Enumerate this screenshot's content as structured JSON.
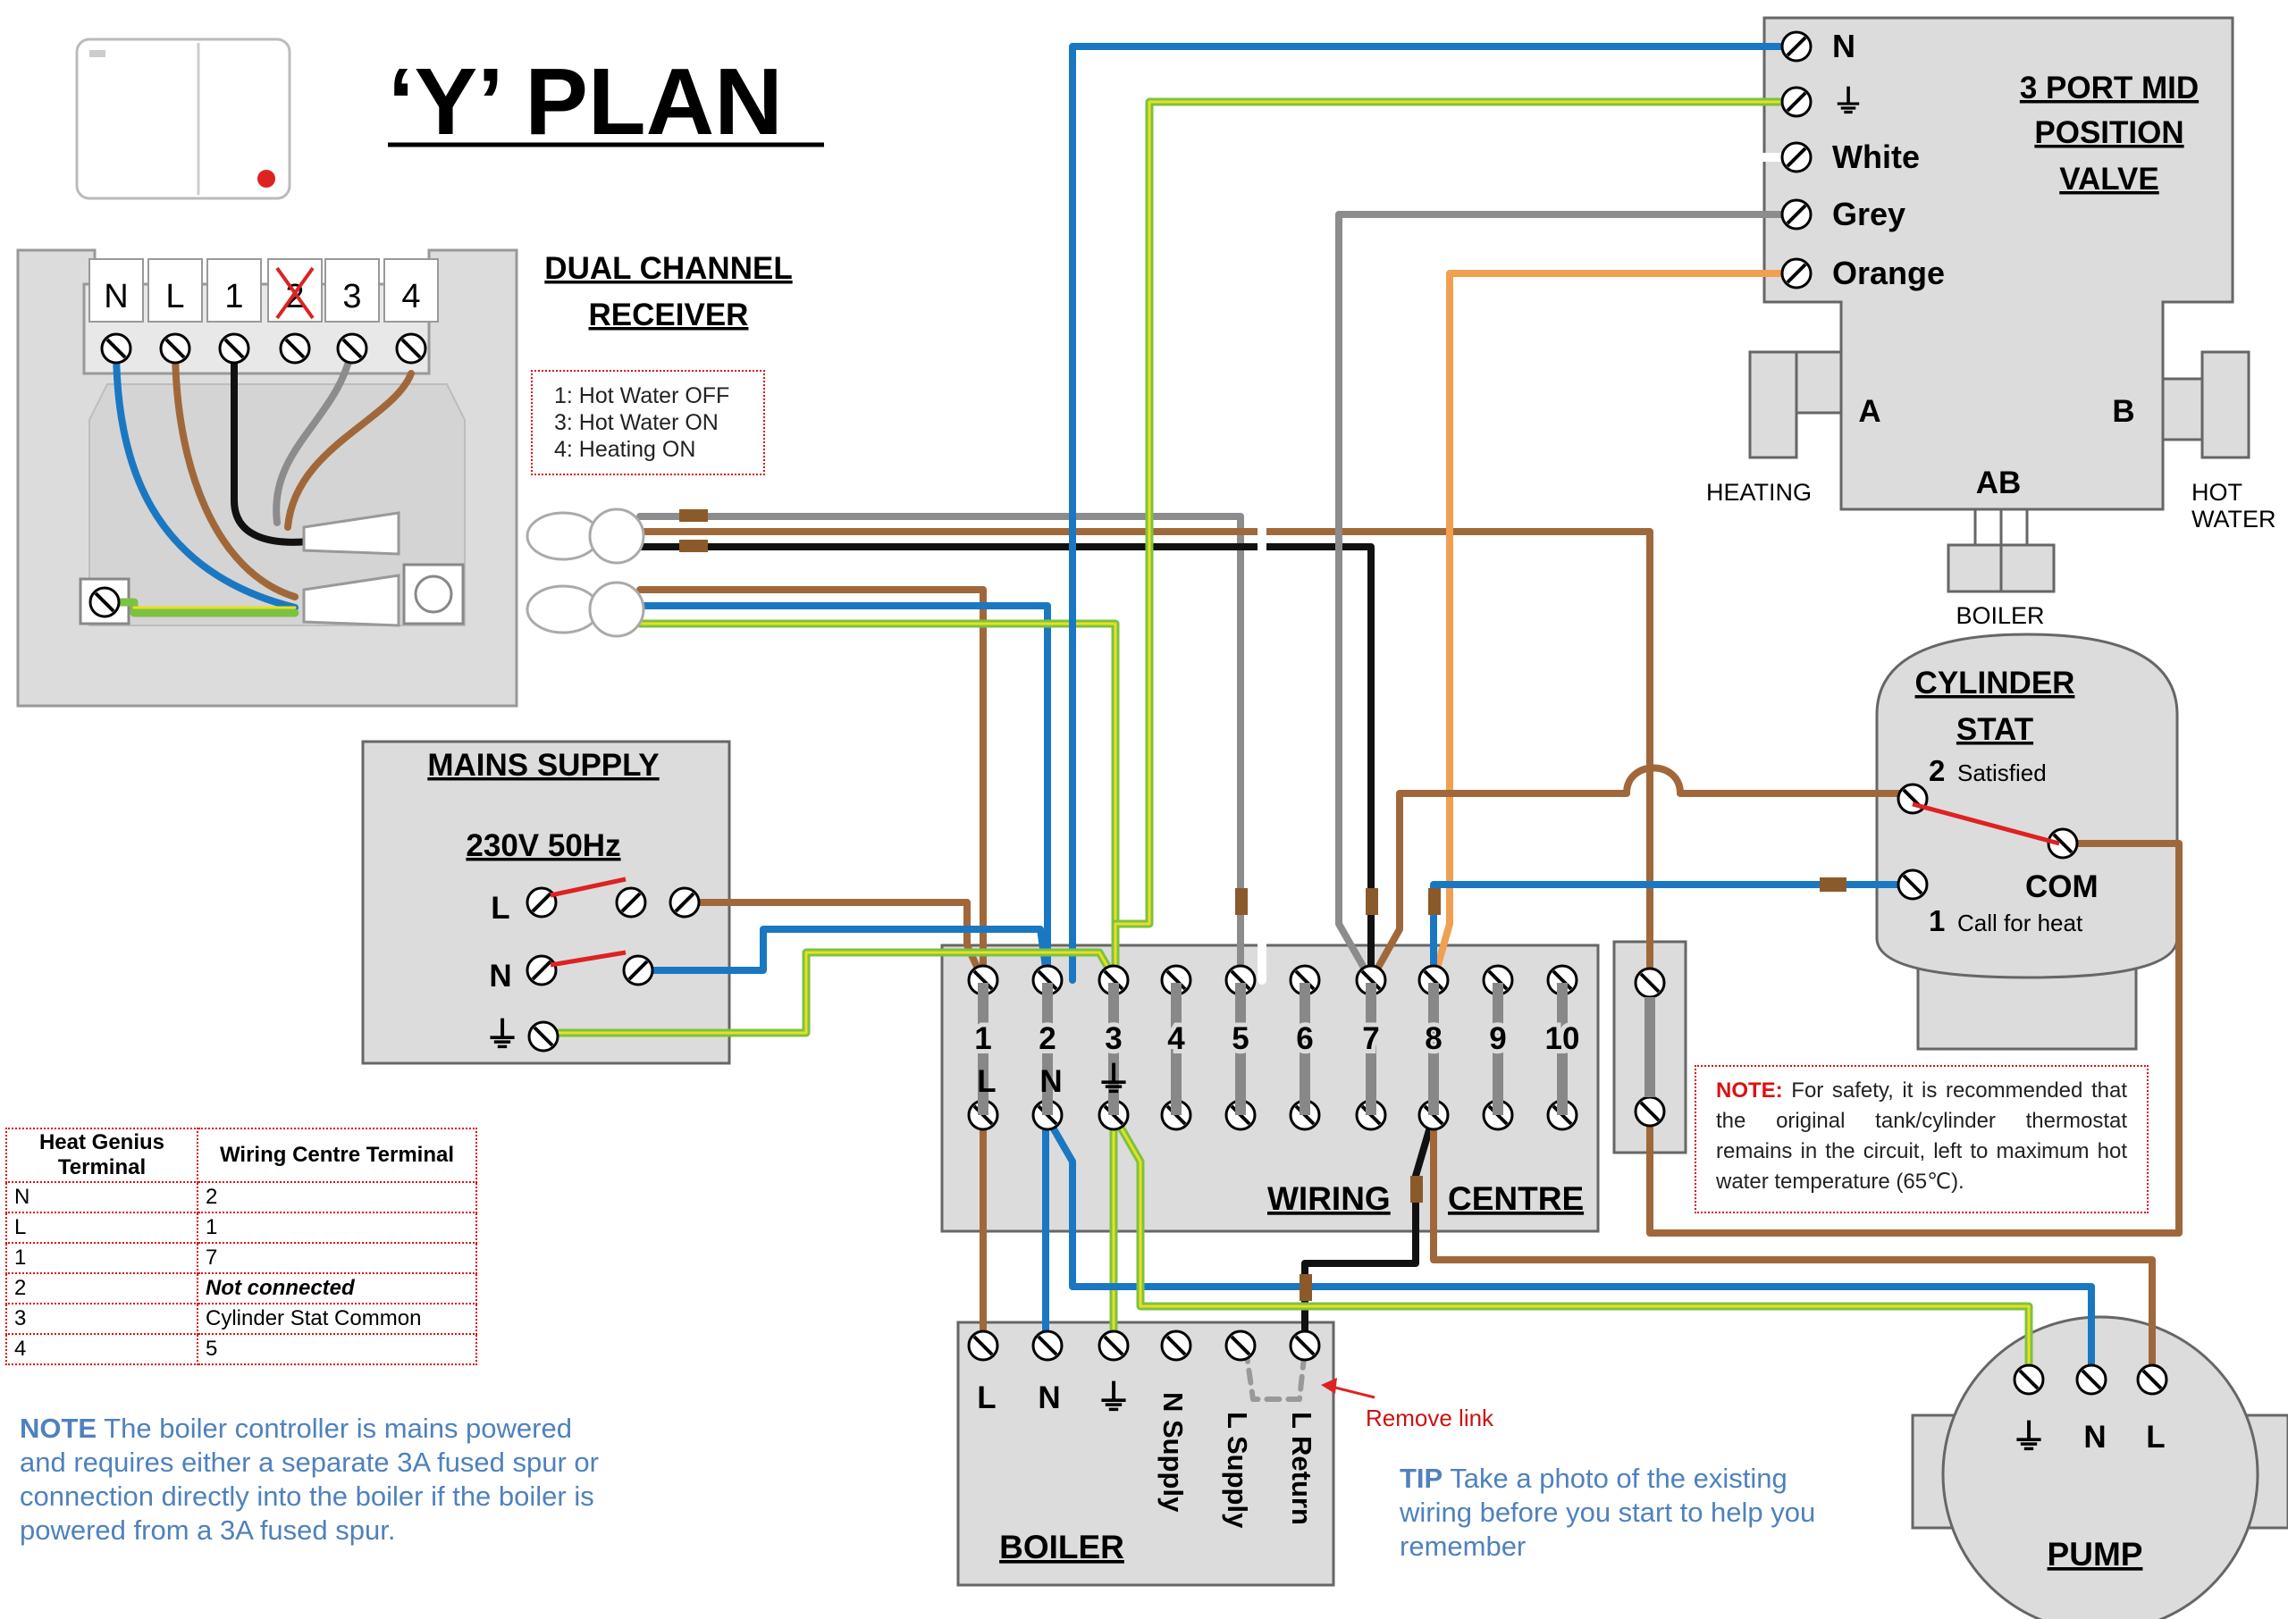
{
  "title": "‘Y’ PLAN",
  "receiver": {
    "title_line1": "DUAL CHANNEL",
    "title_line2": "RECEIVER",
    "terminals": [
      "N",
      "L",
      "1",
      "2",
      "3",
      "4"
    ],
    "legend": [
      "1: Hot Water OFF",
      "3: Hot Water ON",
      "4: Heating ON"
    ]
  },
  "valve": {
    "title_line1": "3 PORT MID",
    "title_line2": "POSITION",
    "title_line3": "VALVE",
    "terminals": [
      "N",
      "⏚",
      "White",
      "Grey",
      "Orange"
    ],
    "port_a": "A",
    "port_b": "B",
    "port_ab": "AB",
    "heating": "HEATING",
    "hot_line1": "HOT",
    "hot_line2": "WATER",
    "boiler": "BOILER"
  },
  "mains": {
    "title": "MAINS SUPPLY",
    "voltage": "230V 50Hz",
    "l": "L",
    "n": "N",
    "earth": "⏚"
  },
  "wiring_centre": {
    "title_a": "WIRING",
    "title_b": "CENTRE",
    "numbers": [
      "1",
      "2",
      "3",
      "4",
      "5",
      "6",
      "7",
      "8",
      "9",
      "10"
    ],
    "sub_l": "L",
    "sub_n": "N",
    "sub_e": "⏚"
  },
  "cylinder": {
    "title_line1": "CYLINDER",
    "title_line2": "STAT",
    "t2": "2",
    "satisfied": "Satisfied",
    "com": "COM",
    "t1": "1",
    "call": "Call for heat"
  },
  "boiler": {
    "title": "BOILER",
    "l": "L",
    "n": "N",
    "earth": "⏚",
    "n_supply": "N Supply",
    "l_supply": "L Supply",
    "l_return": "L Return",
    "remove_link": "Remove link"
  },
  "pump": {
    "title": "PUMP",
    "earth": "⏚",
    "n": "N",
    "l": "L"
  },
  "table": {
    "headers": [
      "Heat Genius Terminal",
      "Wiring Centre Terminal"
    ],
    "rows": [
      [
        "N",
        "2"
      ],
      [
        "L",
        "1"
      ],
      [
        "1",
        "7"
      ],
      [
        "2",
        "Not connected"
      ],
      [
        "3",
        "Cylinder Stat Common"
      ],
      [
        "4",
        "5"
      ]
    ]
  },
  "note_boiler": {
    "label": "NOTE",
    "text": " The boiler controller is mains powered and requires either a separate 3A fused spur or connection directly into the boiler if the boiler is powered from a 3A fused spur."
  },
  "note_safety": {
    "label": "NOTE:",
    "text": " For safety, it is recommended that the original tank/cylinder thermostat remains in the circuit, left to maximum hot water temperature (65℃)."
  },
  "tip": {
    "label": "TIP",
    "text": " Take a photo of the existing wiring before you start to help you remember"
  },
  "colors": {
    "blue": "#1a78c2",
    "brown": "#a0683a",
    "grey": "#8c8c8c",
    "black": "#111111",
    "orange": "#f0a050",
    "green": "#7cc242",
    "yellow": "#e8e020",
    "box": "#dcdcdc",
    "red": "#dd2222"
  }
}
